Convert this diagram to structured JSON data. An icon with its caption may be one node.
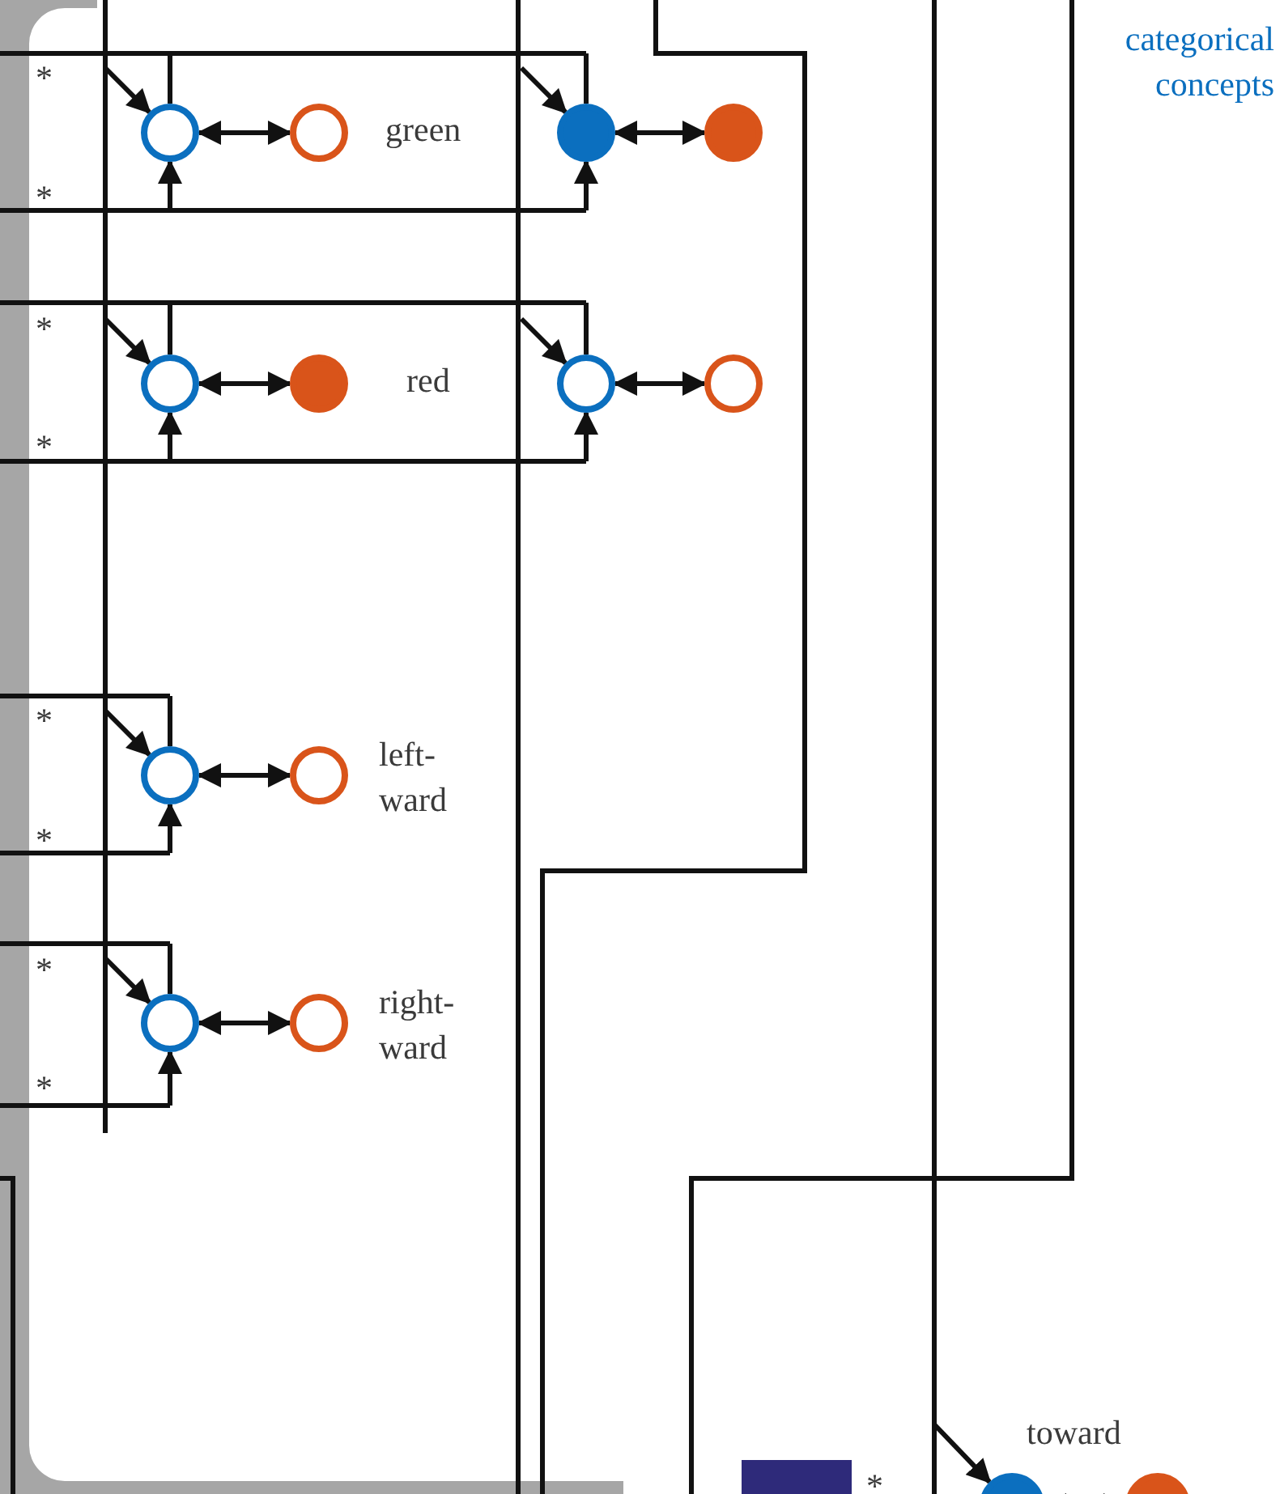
{
  "diagram": {
    "nodes": [
      {
        "text": [],
        "shape": "circle"
      },
      {
        "text": [],
        "shape": "circle"
      },
      {
        "text": [],
        "shape": "circle"
      },
      {
        "text": [],
        "shape": "circle"
      },
      {
        "text": [],
        "shape": "circle"
      },
      {
        "text": [],
        "shape": "circle"
      },
      {
        "text": [],
        "shape": "circle"
      },
      {
        "text": [],
        "shape": "circle"
      },
      {
        "text": [],
        "shape": "circle"
      },
      {
        "text": [],
        "shape": "circle"
      },
      {
        "text": [],
        "shape": "circle"
      },
      {
        "text": [],
        "shape": "circle"
      },
      {
        "text": [],
        "shape": "box"
      },
      {
        "text": [],
        "shape": "circle"
      },
      {
        "text": [],
        "shape": "circle"
      }
    ],
    "edges": [
      {
        "from": 0,
        "to": 1,
        "arrow": "both"
      },
      {
        "from": null,
        "to": 0,
        "arrow": "to"
      },
      {
        "from": null,
        "to": 0,
        "arrow": "to"
      },
      {
        "from": 0,
        "to": null,
        "arrow": "none"
      },
      {
        "from": 2,
        "to": 3,
        "arrow": "both"
      },
      {
        "from": null,
        "to": 2,
        "arrow": "to"
      },
      {
        "from": null,
        "to": 2,
        "arrow": "to"
      },
      {
        "from": 2,
        "to": null,
        "arrow": "none"
      },
      {
        "from": 4,
        "to": 5,
        "arrow": "both"
      },
      {
        "from": null,
        "to": 4,
        "arrow": "to"
      },
      {
        "from": null,
        "to": 4,
        "arrow": "to"
      },
      {
        "from": 4,
        "to": null,
        "arrow": "none"
      },
      {
        "from": 6,
        "to": 7,
        "arrow": "both"
      },
      {
        "from": null,
        "to": 6,
        "arrow": "to"
      },
      {
        "from": null,
        "to": 6,
        "arrow": "to"
      },
      {
        "from": 6,
        "to": null,
        "arrow": "none"
      },
      {
        "from": 8,
        "to": 9,
        "arrow": "both"
      },
      {
        "from": null,
        "to": 8,
        "arrow": "to"
      },
      {
        "from": null,
        "to": 8,
        "arrow": "to"
      },
      {
        "from": 8,
        "to": null,
        "arrow": "none"
      },
      {
        "from": 10,
        "to": 11,
        "arrow": "both"
      },
      {
        "from": null,
        "to": 10,
        "arrow": "to"
      },
      {
        "from": null,
        "to": 10,
        "arrow": "to"
      },
      {
        "from": 10,
        "to": null,
        "arrow": "none"
      },
      {
        "from": null,
        "to": 13,
        "arrow": "to"
      },
      {
        "from": 13,
        "to": 14,
        "arrow": "both"
      }
    ],
    "labels": [
      "categorical concepts",
      "*",
      "green",
      "*",
      "*",
      "red",
      "*",
      "*",
      "left- ward",
      "*",
      "*",
      "right- ward",
      "*",
      "toward",
      "*"
    ]
  }
}
